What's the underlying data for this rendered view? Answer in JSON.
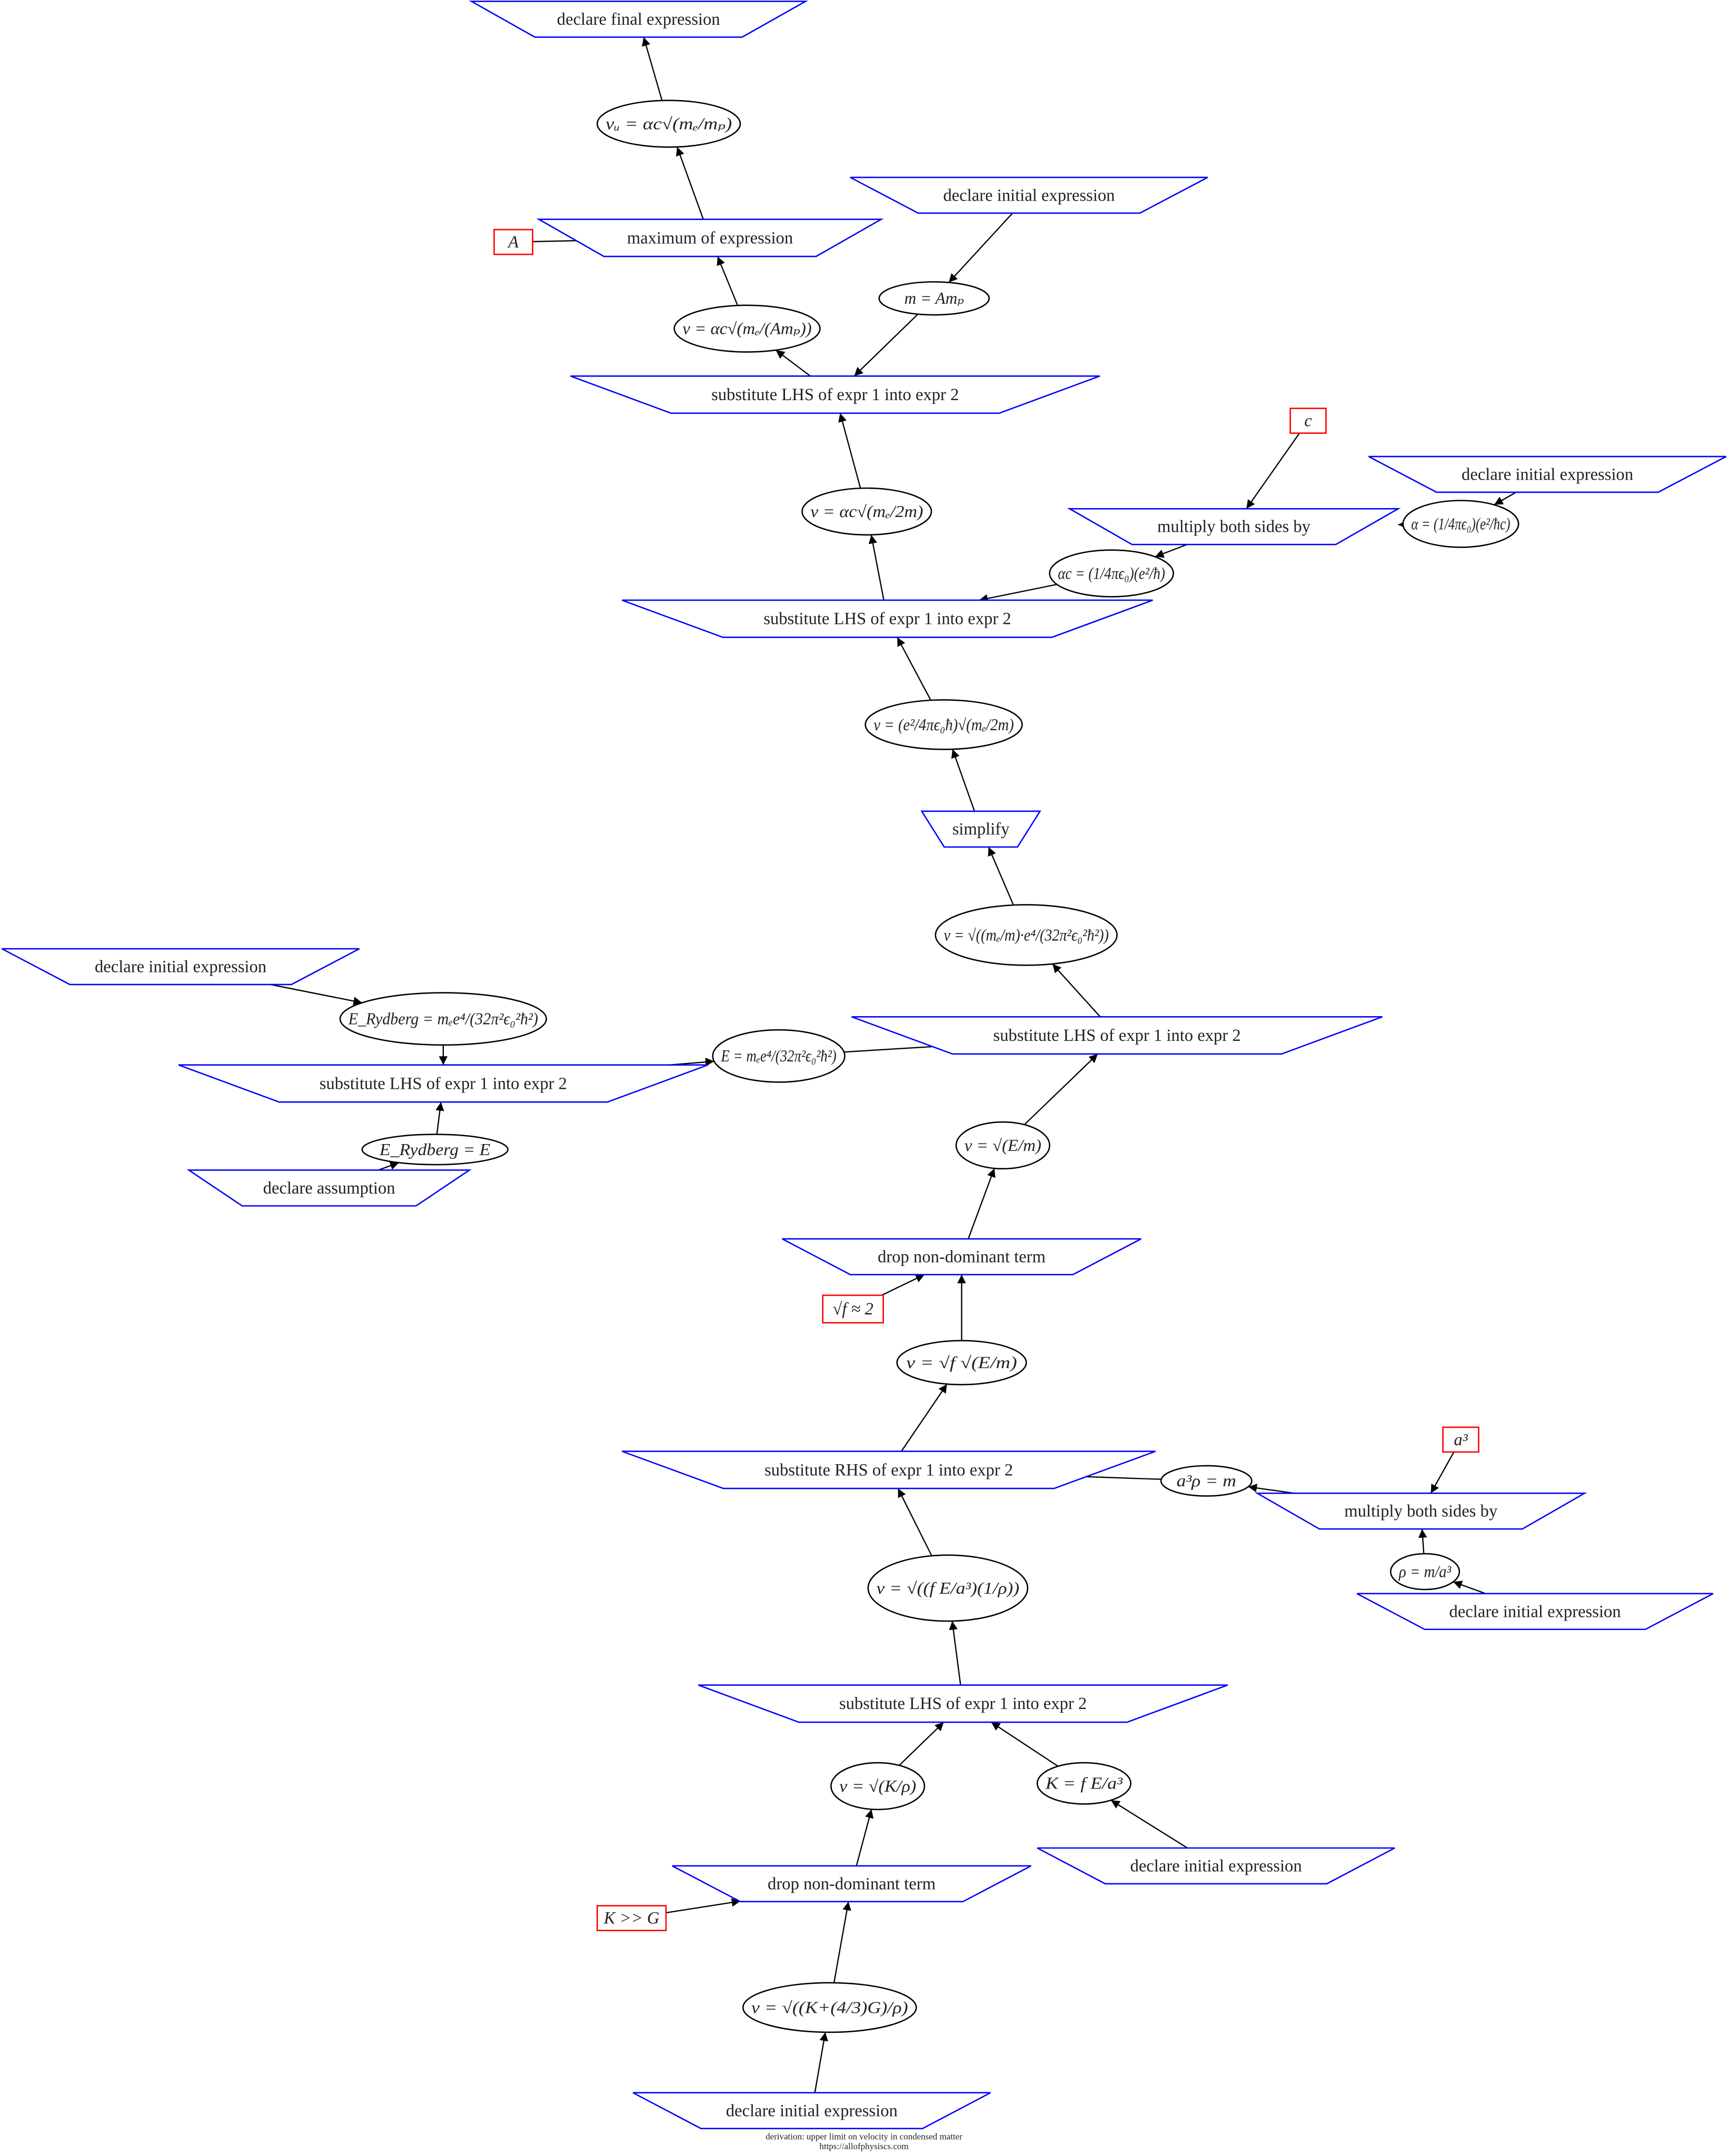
{
  "footer": {
    "title": "derivation: upper limit on velocity in condensed matter",
    "url": "https://allofphysiscs.com"
  },
  "colors": {
    "inference": "#0000ff",
    "expression": "#000000",
    "feed": "#ff0000",
    "edge": "#000000"
  },
  "nodes": [
    {
      "id": "n1",
      "kind": "inference",
      "label": "declare final expression"
    },
    {
      "id": "n2",
      "kind": "expression",
      "label": "vᵤ = αc√(mₑ/mₚ)"
    },
    {
      "id": "n3",
      "kind": "inference",
      "label": "maximum of expression"
    },
    {
      "id": "n4",
      "kind": "feed",
      "label": "A"
    },
    {
      "id": "n5",
      "kind": "inference",
      "label": "declare initial expression"
    },
    {
      "id": "n6",
      "kind": "expression",
      "label": "m = Amₚ"
    },
    {
      "id": "n7",
      "kind": "expression",
      "label": "v = αc√(mₑ/(Amₚ))"
    },
    {
      "id": "n8",
      "kind": "inference",
      "label": "substitute LHS of expr 1 into expr 2"
    },
    {
      "id": "n9",
      "kind": "expression",
      "label": "v = αc√(mₑ/2m)"
    },
    {
      "id": "n10",
      "kind": "feed",
      "label": "c"
    },
    {
      "id": "n11",
      "kind": "inference",
      "label": "declare initial expression"
    },
    {
      "id": "n12",
      "kind": "inference",
      "label": "multiply both sides by"
    },
    {
      "id": "n13",
      "kind": "expression",
      "label": "α = (1/4πϵ₀)(e²/ħc)"
    },
    {
      "id": "n14",
      "kind": "expression",
      "label": "αc = (1/4πϵ₀)(e²/ħ)"
    },
    {
      "id": "n15",
      "kind": "inference",
      "label": "substitute LHS of expr 1 into expr 2"
    },
    {
      "id": "n16",
      "kind": "expression",
      "label": "v = (e²/4πϵ₀ħ)√(mₑ/2m)"
    },
    {
      "id": "n17",
      "kind": "inference",
      "label": "simplify"
    },
    {
      "id": "n18",
      "kind": "expression",
      "label": "v = √((mₑ/m)·e⁴/(32π²ϵ₀²ħ²))"
    },
    {
      "id": "n19",
      "kind": "inference",
      "label": "declare initial expression"
    },
    {
      "id": "n20",
      "kind": "expression",
      "label": "E_Rydberg = mₑe⁴/(32π²ϵ₀²ħ²)"
    },
    {
      "id": "n21",
      "kind": "inference",
      "label": "substitute LHS of expr 1 into expr 2"
    },
    {
      "id": "n22",
      "kind": "expression",
      "label": "E = mₑe⁴/(32π²ϵ₀²ħ²)"
    },
    {
      "id": "n23",
      "kind": "inference",
      "label": "substitute LHS of expr 1 into expr 2"
    },
    {
      "id": "n24",
      "kind": "expression",
      "label": "E_Rydberg = E"
    },
    {
      "id": "n25",
      "kind": "inference",
      "label": "declare assumption"
    },
    {
      "id": "n26",
      "kind": "expression",
      "label": "v = √(E/m)"
    },
    {
      "id": "n27",
      "kind": "inference",
      "label": "drop non-dominant term"
    },
    {
      "id": "n28",
      "kind": "feed",
      "label": "√f ≈ 2"
    },
    {
      "id": "n29",
      "kind": "expression",
      "label": "v = √f √(E/m)"
    },
    {
      "id": "n30",
      "kind": "inference",
      "label": "substitute RHS of expr 1 into expr 2"
    },
    {
      "id": "n31",
      "kind": "expression",
      "label": "a³ρ = m"
    },
    {
      "id": "n32",
      "kind": "feed",
      "label": "a³"
    },
    {
      "id": "n33",
      "kind": "inference",
      "label": "multiply both sides by"
    },
    {
      "id": "n34",
      "kind": "expression",
      "label": "ρ = m/a³"
    },
    {
      "id": "n35",
      "kind": "inference",
      "label": "declare initial expression"
    },
    {
      "id": "n36",
      "kind": "expression",
      "label": "v = √((f E/a³)(1/ρ))"
    },
    {
      "id": "n37",
      "kind": "inference",
      "label": "substitute LHS of expr 1 into expr 2"
    },
    {
      "id": "n38",
      "kind": "expression",
      "label": "v = √(K/ρ)"
    },
    {
      "id": "n39",
      "kind": "expression",
      "label": "K = f E/a³"
    },
    {
      "id": "n40",
      "kind": "inference",
      "label": "declare initial expression"
    },
    {
      "id": "n41",
      "kind": "inference",
      "label": "drop non-dominant term"
    },
    {
      "id": "n42",
      "kind": "feed",
      "label": "K >> G"
    },
    {
      "id": "n43",
      "kind": "expression",
      "label": "v = √((K+(4/3)G)/ρ)"
    },
    {
      "id": "n44",
      "kind": "inference",
      "label": "declare initial expression"
    }
  ],
  "edges": [
    [
      "n44",
      "n43"
    ],
    [
      "n43",
      "n41"
    ],
    [
      "n42",
      "n41"
    ],
    [
      "n41",
      "n38"
    ],
    [
      "n38",
      "n37"
    ],
    [
      "n39",
      "n37"
    ],
    [
      "n40",
      "n39"
    ],
    [
      "n37",
      "n36"
    ],
    [
      "n36",
      "n30"
    ],
    [
      "n31",
      "n30"
    ],
    [
      "n33",
      "n31"
    ],
    [
      "n32",
      "n33"
    ],
    [
      "n34",
      "n33"
    ],
    [
      "n35",
      "n34"
    ],
    [
      "n30",
      "n29"
    ],
    [
      "n29",
      "n27"
    ],
    [
      "n28",
      "n27"
    ],
    [
      "n27",
      "n26"
    ],
    [
      "n26",
      "n23"
    ],
    [
      "n22",
      "n23"
    ],
    [
      "n21",
      "n22"
    ],
    [
      "n24",
      "n21"
    ],
    [
      "n25",
      "n24"
    ],
    [
      "n20",
      "n21"
    ],
    [
      "n19",
      "n20"
    ],
    [
      "n23",
      "n18"
    ],
    [
      "n18",
      "n17"
    ],
    [
      "n17",
      "n16"
    ],
    [
      "n16",
      "n15"
    ],
    [
      "n14",
      "n15"
    ],
    [
      "n12",
      "n14"
    ],
    [
      "n13",
      "n12"
    ],
    [
      "n11",
      "n13"
    ],
    [
      "n10",
      "n12"
    ],
    [
      "n15",
      "n9"
    ],
    [
      "n9",
      "n8"
    ],
    [
      "n8",
      "n7"
    ],
    [
      "n6",
      "n8"
    ],
    [
      "n5",
      "n6"
    ],
    [
      "n7",
      "n3"
    ],
    [
      "n4",
      "n3"
    ],
    [
      "n3",
      "n2"
    ],
    [
      "n2",
      "n1"
    ]
  ]
}
